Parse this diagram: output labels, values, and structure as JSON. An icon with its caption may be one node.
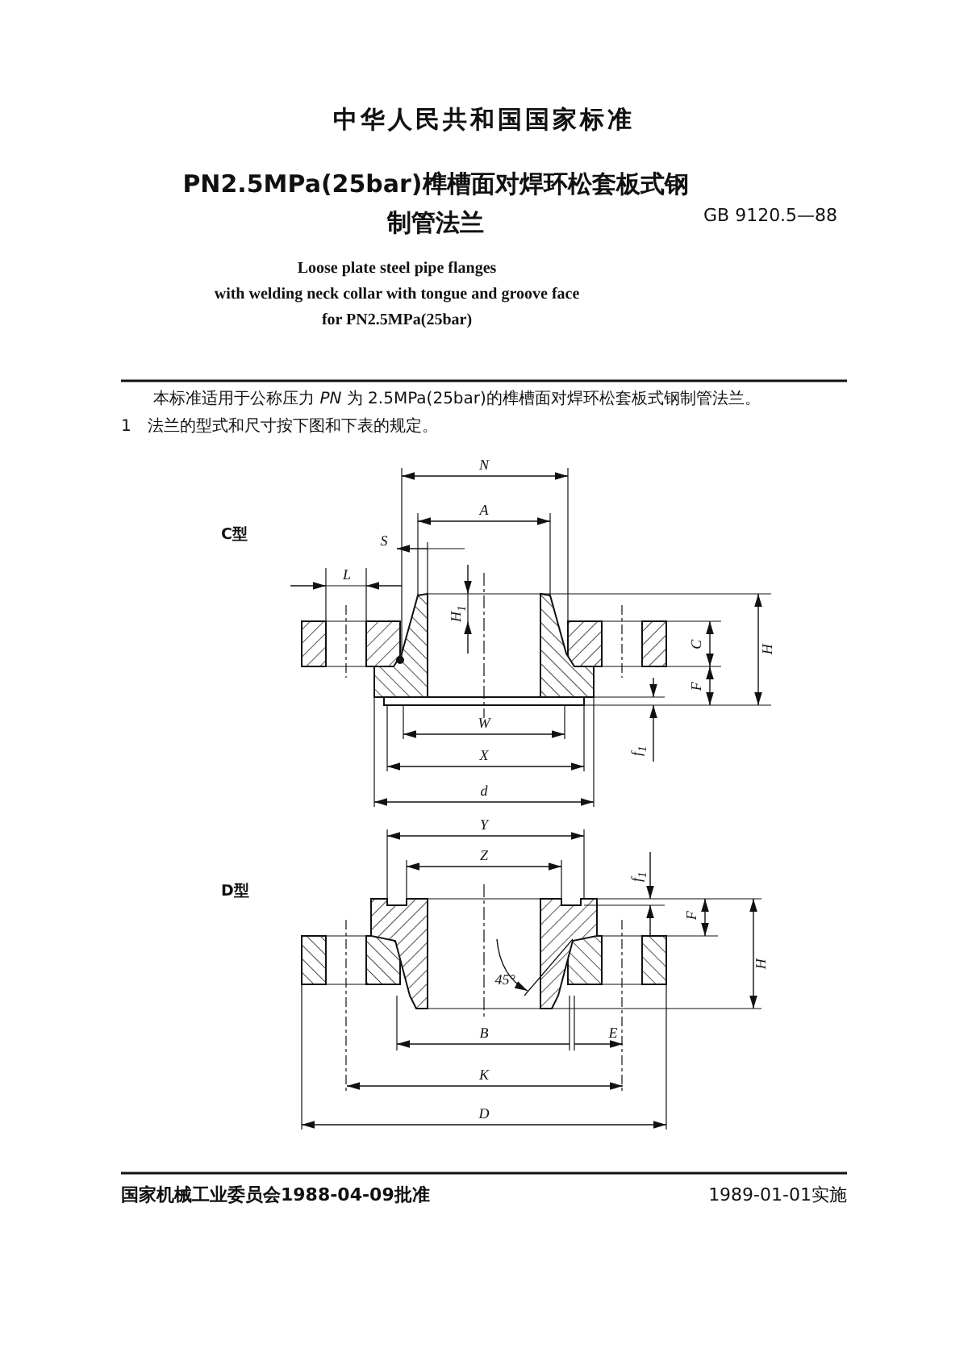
{
  "diagram": {
    "title": "PN2.5MPa(25bar)榫槽面对焊环松套板式钢制管法兰",
    "labels": [
      "中华人民共和国国家标准",
      "GB 9120.5—88",
      "Loose plate steel pipe flanges",
      "with welding neck collar with tongue and groove face",
      "for PN2.5MPa(25bar)",
      "本标准适用于公称压力 *PN* 为 2.5MPa(25bar)的榫槽面对焊环松套板式钢制管法兰。",
      "1　法兰的型式和尺寸按下图和下表的规定。",
      "C型",
      "N",
      "A",
      "S",
      "L",
      "H$_{1}$",
      "C",
      "H",
      "F",
      "W",
      "f$_{1}$",
      "X",
      "d",
      "D型",
      "Y",
      "Z",
      "f$_{1}$",
      "F",
      "H",
      "45°",
      "B",
      "E",
      "K",
      "D",
      "国家机械工业委员会1988-04-09批准",
      "1989-01-01实施"
    ]
  }
}
